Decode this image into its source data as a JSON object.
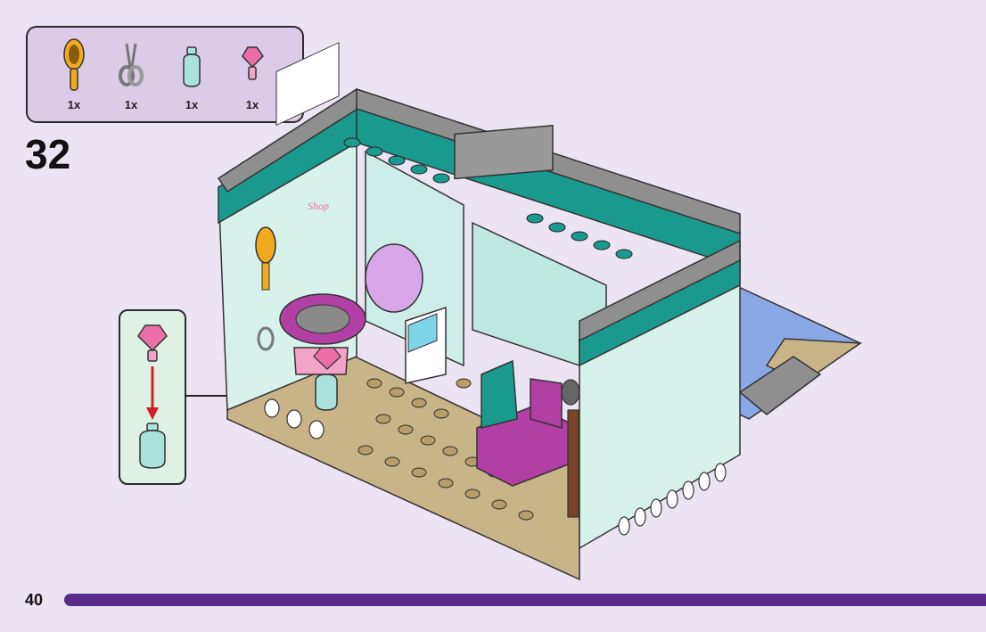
{
  "parts": [
    {
      "name": "hairbrush",
      "qty": "1x"
    },
    {
      "name": "scissors",
      "qty": "1x"
    },
    {
      "name": "bottle",
      "qty": "1x"
    },
    {
      "name": "pink-gem",
      "qty": "1x"
    }
  ],
  "step_number": "32",
  "page_number": "40",
  "sign_text": "Shop",
  "colors": {
    "background": "#ede4f3",
    "parts_box": "#dccbe6",
    "callout": "#dff0e4",
    "teal": "#1a9a8e",
    "mint": "#d7f2ea",
    "tan": "#c9b48a",
    "gray": "#8a8a8a",
    "purple": "#b23fa3",
    "accent_bar": "#5a2a8a"
  }
}
